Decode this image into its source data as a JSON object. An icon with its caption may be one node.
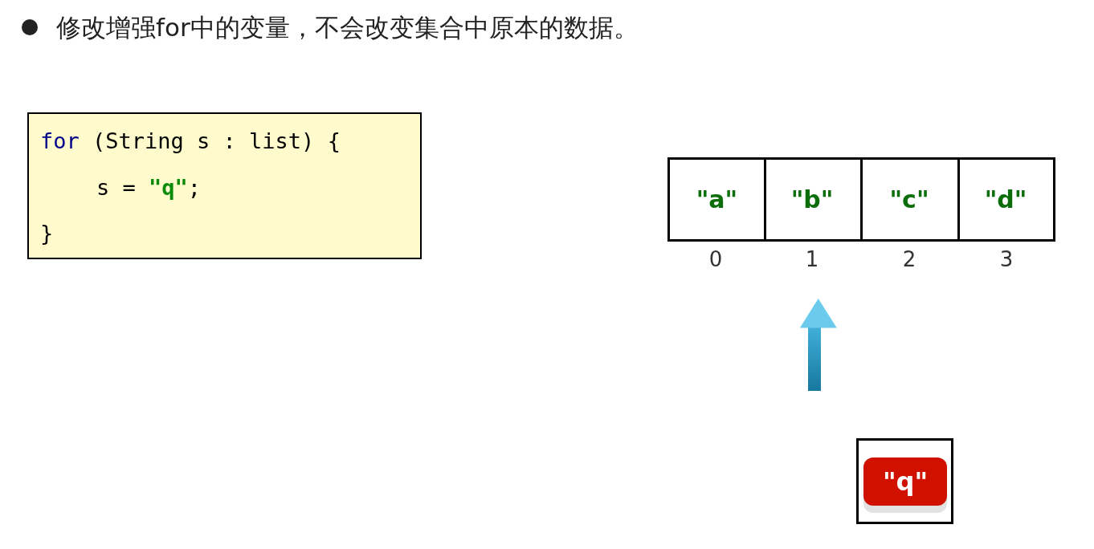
{
  "diagram": {
    "title": "修改增强for中的变量，不会改变集合中原本的数据。",
    "nodes": [
      {
        "text": [
          "for (String s : list) {",
          "s = \"q\";",
          "}"
        ]
      },
      {
        "text": [
          "\"a\""
        ],
        "beside": [
          "0"
        ]
      },
      {
        "text": [
          "\"b\""
        ],
        "beside": [
          "1"
        ]
      },
      {
        "text": [
          "\"c\""
        ],
        "beside": [
          "2"
        ]
      },
      {
        "text": [
          "\"d\""
        ],
        "beside": [
          "3"
        ]
      },
      {
        "text": [],
        "shape": "box"
      },
      {
        "text": [
          "\"q\""
        ],
        "in": 5
      }
    ],
    "edges": [
      {
        "from": null,
        "to": 2,
        "arrow": "to"
      }
    ]
  }
}
